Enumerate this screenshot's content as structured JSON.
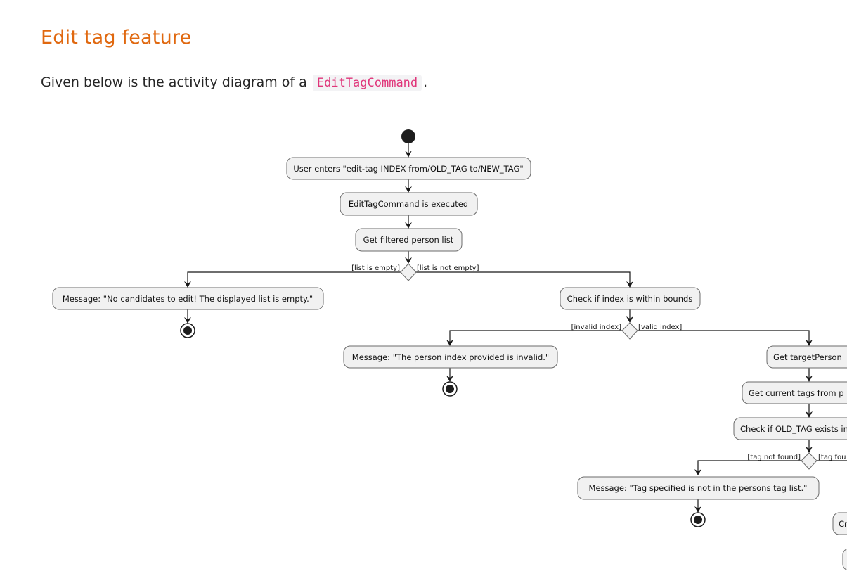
{
  "section": {
    "title": "Edit tag feature",
    "intro_before": "Given below is the activity diagram of a",
    "intro_code": "EditTagCommand",
    "intro_after": "."
  },
  "diagram": {
    "activities": {
      "user_enters": "User enters \"edit-tag INDEX from/OLD_TAG to/NEW_TAG\"",
      "executed": "EditTagCommand is executed",
      "get_filtered": "Get filtered person list",
      "msg_empty": "Message: \"No candidates to edit! The displayed list is empty.\"",
      "check_index": "Check if index is within bounds",
      "msg_invalid_index": "Message: \"The person index provided is invalid.\"",
      "get_target": "Get targetPerson",
      "get_tags": "Get current tags from p",
      "check_old_tag": "Check if OLD_TAG exists in",
      "msg_tag_not_found": "Message: \"Tag specified is not in the persons tag list.\"",
      "create_partial": "Cr"
    },
    "guards": {
      "list_empty": "[list is empty]",
      "list_not_empty": "[list is not empty]",
      "invalid_index": "[invalid index]",
      "valid_index": "[valid index]",
      "tag_not_found": "[tag not found]",
      "tag_found_partial": "[tag fou"
    }
  }
}
